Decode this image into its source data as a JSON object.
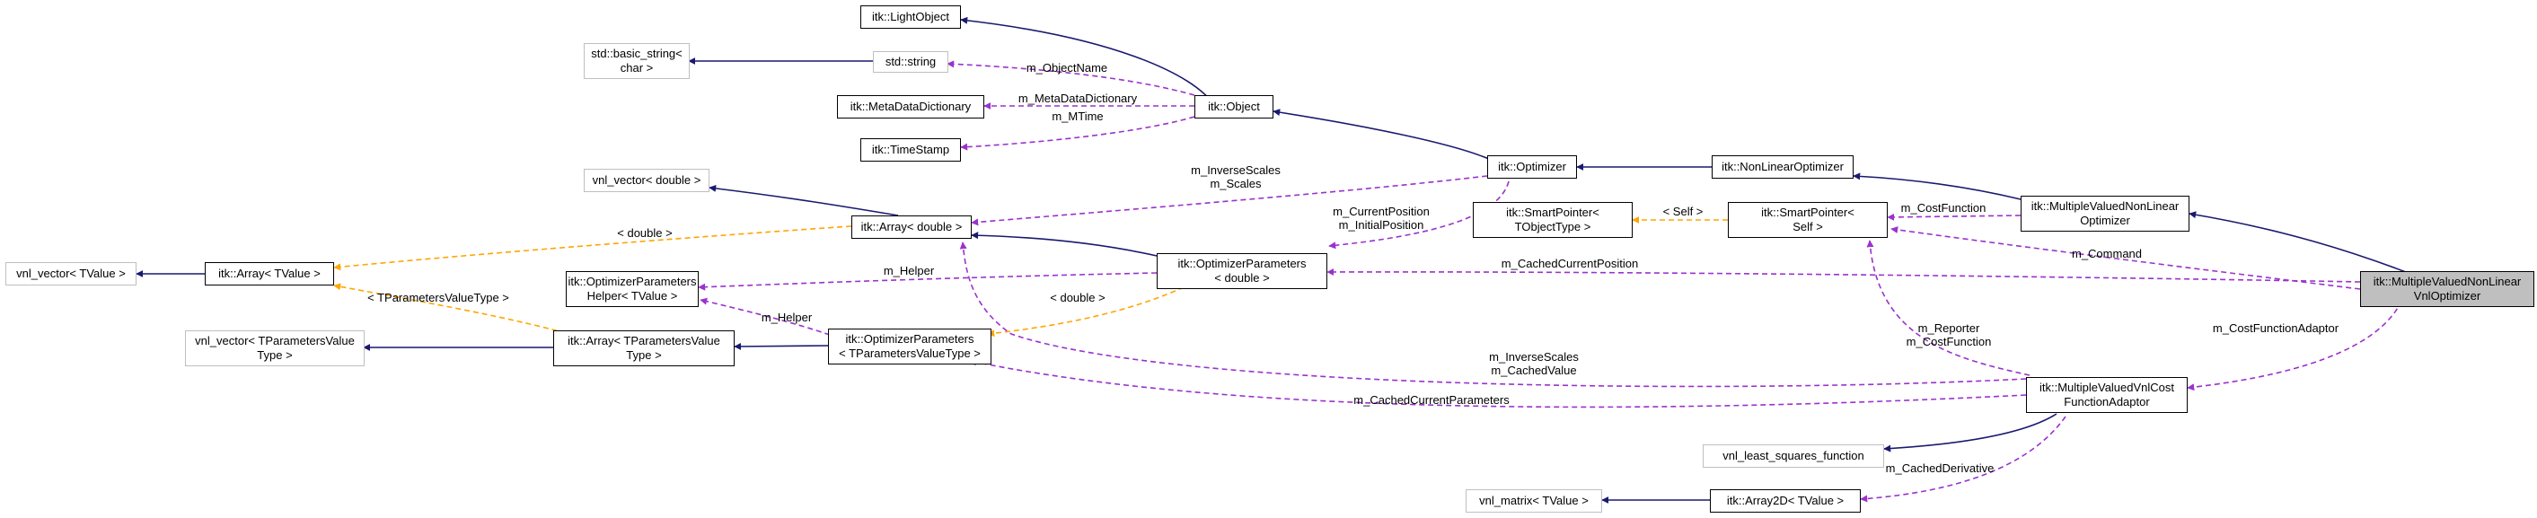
{
  "colors": {
    "inherit": "#191970",
    "member": "#9a32cd",
    "template": "#ffa500",
    "ghost_border": "#bfbfbf",
    "focus_fill": "#bfbfbf"
  },
  "nodes": {
    "lightobject": {
      "lines": [
        "itk::LightObject"
      ]
    },
    "basic_string": {
      "lines": [
        "std::basic_string<",
        "char >"
      ]
    },
    "stdstring": {
      "lines": [
        "std::string"
      ]
    },
    "metadatadictionary": {
      "lines": [
        "itk::MetaDataDictionary"
      ]
    },
    "object": {
      "lines": [
        "itk::Object"
      ]
    },
    "timestamp": {
      "lines": [
        "itk::TimeStamp"
      ]
    },
    "vnl_vector_double": {
      "lines": [
        "vnl_vector< double >"
      ]
    },
    "array_double": {
      "lines": [
        "itk::Array< double >"
      ]
    },
    "optimizer": {
      "lines": [
        "itk::Optimizer"
      ]
    },
    "nonlinearoptimizer": {
      "lines": [
        "itk::NonLinearOptimizer"
      ]
    },
    "mvnlo": {
      "lines": [
        "itk::MultipleValuedNonLinear",
        "Optimizer"
      ]
    },
    "smartpointer_tobject": {
      "lines": [
        "itk::SmartPointer<",
        "TObjectType >"
      ]
    },
    "smartpointer_self": {
      "lines": [
        "itk::SmartPointer<",
        "Self >"
      ]
    },
    "vnl_vector_tvalue": {
      "lines": [
        "vnl_vector< TValue >"
      ]
    },
    "array_tvalue": {
      "lines": [
        "itk::Array< TValue >"
      ]
    },
    "optparams_double": {
      "lines": [
        "itk::OptimizerParameters",
        "< double >"
      ]
    },
    "optparams_helper": {
      "lines": [
        "itk::OptimizerParameters",
        "Helper< TValue >"
      ]
    },
    "focus": {
      "lines": [
        "itk::MultipleValuedNonLinear",
        "VnlOptimizer"
      ]
    },
    "vnl_vector_tparams": {
      "lines": [
        "vnl_vector< TParametersValue",
        "Type >"
      ]
    },
    "array_tparams": {
      "lines": [
        "itk::Array< TParametersValue",
        "Type >"
      ]
    },
    "optparams_tparams": {
      "lines": [
        "itk::OptimizerParameters",
        "< TParametersValueType >"
      ]
    },
    "costadaptor": {
      "lines": [
        "itk::MultipleValuedVnlCost",
        "FunctionAdaptor"
      ]
    },
    "vnl_lsf": {
      "lines": [
        "vnl_least_squares_function"
      ]
    },
    "vnl_matrix": {
      "lines": [
        "vnl_matrix< TValue >"
      ]
    },
    "array2d": {
      "lines": [
        "itk::Array2D< TValue >"
      ]
    }
  },
  "edge_labels": {
    "object_name": [
      "m_ObjectName"
    ],
    "metadata": [
      "m_MetaDataDictionary"
    ],
    "mtime": [
      "m_MTime"
    ],
    "inverse_scales_opt": [
      "m_InverseScales",
      "m_Scales"
    ],
    "current_position": [
      "m_CurrentPosition",
      "m_InitialPosition"
    ],
    "self": [
      "< Self >"
    ],
    "cost_function": [
      "m_CostFunction"
    ],
    "array_double_tpl": [
      "< double >"
    ],
    "helper_double": [
      "m_Helper"
    ],
    "cached_current_position": [
      "m_CachedCurrentPosition"
    ],
    "command": [
      "m_Command"
    ],
    "tparams_tpl": [
      "< TParametersValueType >"
    ],
    "helper_tparams": [
      "m_Helper"
    ],
    "optparams_double_tpl": [
      "< double >"
    ],
    "reporter": [
      "m_Reporter",
      "m_CostFunction"
    ],
    "cost_function_adaptor": [
      "m_CostFunctionAdaptor"
    ],
    "inverse_scales_adaptor": [
      "m_InverseScales",
      "m_CachedValue"
    ],
    "cached_current_parameters": [
      "m_CachedCurrentParameters"
    ],
    "cached_derivative": [
      "m_CachedDerivative"
    ]
  }
}
